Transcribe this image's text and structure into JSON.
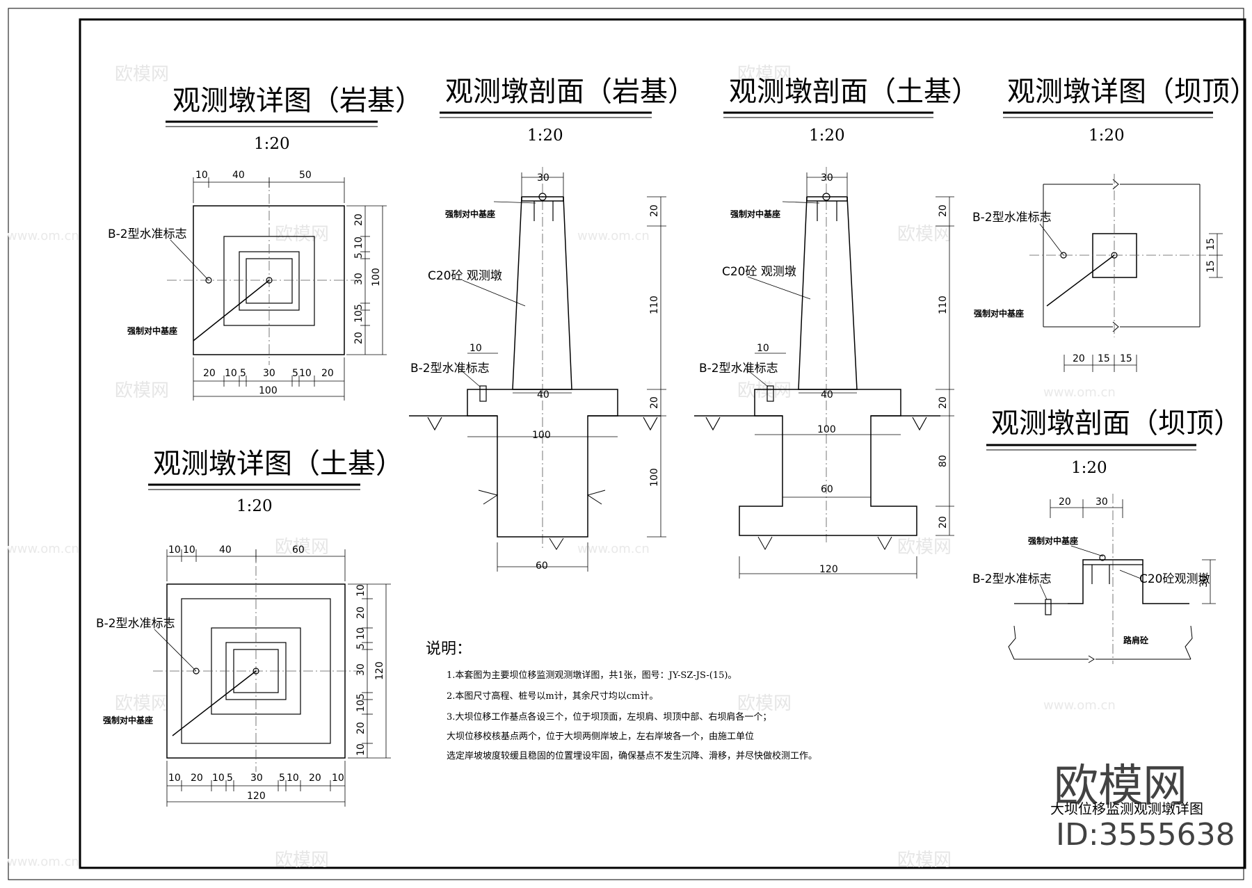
{
  "titles": {
    "plan_rock": "观测墩详图（岩基）",
    "section_rock": "观测墩剖面（岩基）",
    "section_soil": "观测墩剖面（土基）",
    "plan_crest": "观测墩详图（坝顶）",
    "plan_soil": "观测墩详图（土基）",
    "section_crest": "观测墩剖面（坝顶）"
  },
  "scale": "1:20",
  "labels": {
    "b2_mark": "B-2型水准标志",
    "centering_base": "强制对中基座",
    "c20_pier": "C20砼 观测墩",
    "c20_pier_crest": "C20砼观测墩",
    "road_shoulder": "路肩砼"
  },
  "dims": {
    "d10": "10",
    "d20": "20",
    "d30": "30",
    "d40": "40",
    "d50": "50",
    "d60": "60",
    "d5": "5",
    "d15": "15",
    "d100": "100",
    "d110": "110",
    "d120": "120",
    "d80": "80"
  },
  "notes": {
    "heading": "说明：",
    "lines": [
      "1.本套图为主要坝位移监测观测墩详图，共1张，图号：JY-SZ-JS-(15)。",
      "2.本图尺寸高程、桩号以m计，其余尺寸均以cm计。",
      "3.大坝位移工作基点各设三个，位于坝顶面，左坝肩、坝顶中部、右坝肩各一个；",
      "大坝位移校核基点两个，位于大坝两侧岸坡上，左右岸坡各一个，由施工单位",
      "选定岸坡坡度较缓且稳固的位置埋设牢固，确保基点不发生沉降、滑移，并尽快做校测工作。"
    ]
  },
  "title_block": {
    "drawing_name": "大坝位移监测观测墩详图"
  },
  "watermark": {
    "logo": "欧模网",
    "id": "ID:3555638",
    "site": "www.om.cn"
  }
}
